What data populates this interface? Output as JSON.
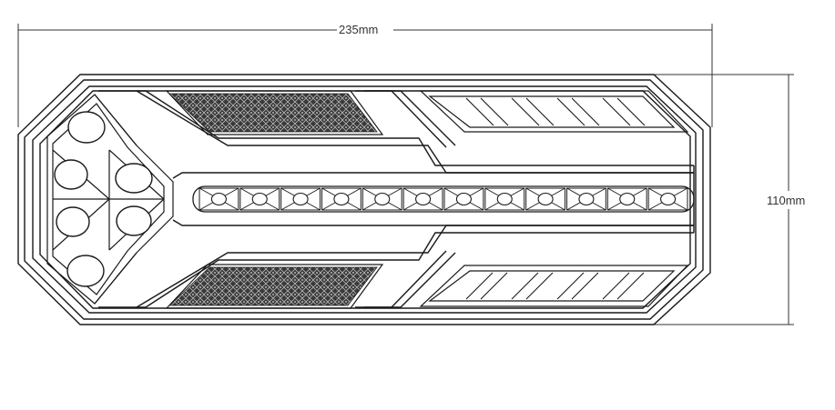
{
  "dimensions": {
    "width_label": "235mm",
    "height_label": "110mm"
  },
  "colors": {
    "line": "#1a1a1a",
    "background": "#ffffff",
    "mesh": "#333333"
  },
  "led_row_count": 12,
  "round_led_count": 6
}
